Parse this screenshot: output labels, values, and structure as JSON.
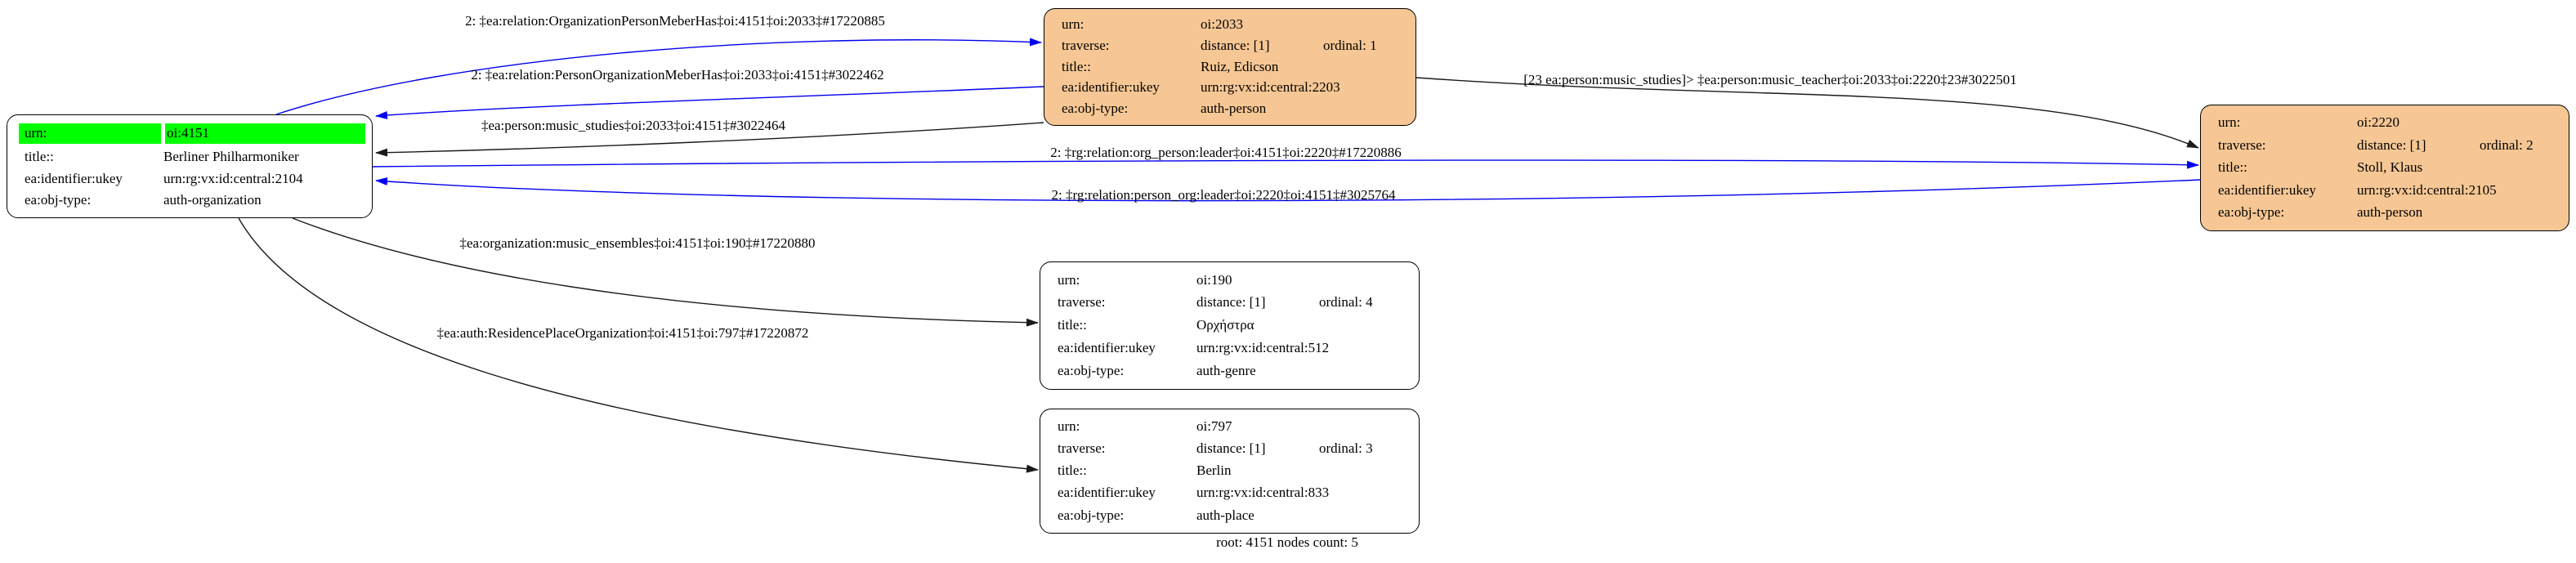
{
  "caption": "root: 4151 nodes count: 5",
  "colors": {
    "root_highlight": "#00ff00",
    "person_fill": "#f6c794",
    "relation_edge": "#0000ee",
    "attribute_edge": "#1a1a1a"
  },
  "nodes": {
    "org4151": {
      "rows": {
        "urn": {
          "label": "urn:",
          "value": "oi:4151"
        },
        "title": {
          "label": "title::",
          "value": "Berliner Philharmoniker"
        },
        "ukey": {
          "label": "ea:identifier:ukey",
          "value": "urn:rg:vx:id:central:2104"
        },
        "objtype": {
          "label": "ea:obj-type:",
          "value": "auth-organization"
        }
      }
    },
    "person2033": {
      "rows": {
        "urn": {
          "label": "urn:",
          "value": "oi:2033"
        },
        "traverse": {
          "label": "traverse:",
          "value": "distance: [1]",
          "value2": "ordinal: 1"
        },
        "title": {
          "label": "title::",
          "value": "Ruiz, Edicson"
        },
        "ukey": {
          "label": "ea:identifier:ukey",
          "value": "urn:rg:vx:id:central:2203"
        },
        "objtype": {
          "label": "ea:obj-type:",
          "value": "auth-person"
        }
      }
    },
    "person2220": {
      "rows": {
        "urn": {
          "label": "urn:",
          "value": "oi:2220"
        },
        "traverse": {
          "label": "traverse:",
          "value": "distance: [1]",
          "value2": "ordinal: 2"
        },
        "title": {
          "label": "title::",
          "value": "Stoll, Klaus"
        },
        "ukey": {
          "label": "ea:identifier:ukey",
          "value": "urn:rg:vx:id:central:2105"
        },
        "objtype": {
          "label": "ea:obj-type:",
          "value": "auth-person"
        }
      }
    },
    "genre190": {
      "rows": {
        "urn": {
          "label": "urn:",
          "value": "oi:190"
        },
        "traverse": {
          "label": "traverse:",
          "value": "distance: [1]",
          "value2": "ordinal: 4"
        },
        "title": {
          "label": "title::",
          "value": "Ορχήστρα"
        },
        "ukey": {
          "label": "ea:identifier:ukey",
          "value": "urn:rg:vx:id:central:512"
        },
        "objtype": {
          "label": "ea:obj-type:",
          "value": "auth-genre"
        }
      }
    },
    "place797": {
      "rows": {
        "urn": {
          "label": "urn:",
          "value": "oi:797"
        },
        "traverse": {
          "label": "traverse:",
          "value": "distance: [1]",
          "value2": "ordinal: 3"
        },
        "title": {
          "label": "title::",
          "value": "Berlin"
        },
        "ukey": {
          "label": "ea:identifier:ukey",
          "value": "urn:rg:vx:id:central:833"
        },
        "objtype": {
          "label": "ea:obj-type:",
          "value": "auth-place"
        }
      }
    }
  },
  "edges": {
    "org_person_member": {
      "text": "2: ‡ea:relation:OrganizationPersonMeberHas‡oi:4151‡oi:2033‡#17220885"
    },
    "person_org_member": {
      "text": "2: ‡ea:relation:PersonOrganizationMeberHas‡oi:2033‡oi:4151‡#3022462"
    },
    "music_studies": {
      "text": "‡ea:person:music_studies‡oi:2033‡oi:4151‡#3022464"
    },
    "music_teacher": {
      "text": "[23 ea:person:music_studies]> ‡ea:person:music_teacher‡oi:2033‡oi:2220‡23#3022501"
    },
    "org_person_leader": {
      "text": "2: ‡rg:relation:org_person:leader‡oi:4151‡oi:2220‡#17220886"
    },
    "person_org_leader": {
      "text": "2: ‡rg:relation:person_org:leader‡oi:2220‡oi:4151‡#3025764"
    },
    "music_ensembles": {
      "text": "‡ea:organization:music_ensembles‡oi:4151‡oi:190‡#17220880"
    },
    "residence_place": {
      "text": "‡ea:auth:ResidencePlaceOrganization‡oi:4151‡oi:797‡#17220872"
    }
  }
}
